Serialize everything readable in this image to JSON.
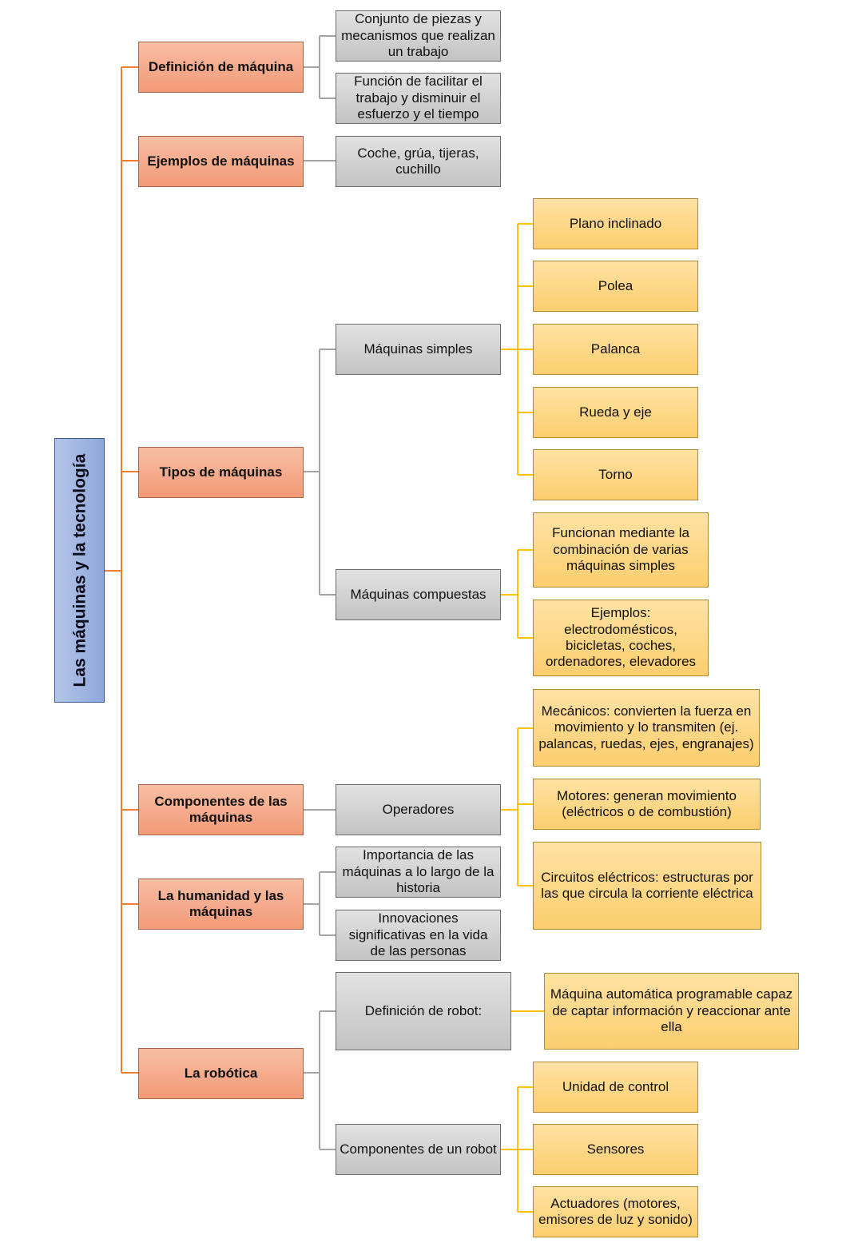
{
  "root": {
    "label": "Las máquinas y la tecnología"
  },
  "colors": {
    "root_fill": "#8ea7dc",
    "level1_fill": "#f39a77",
    "level2_fill": "#c3c3c3",
    "level3_fill": "#fcce6e",
    "level1_connector": "#ed7d31",
    "level2_connector": "#a5a5a5",
    "level3_connector": "#ffc000"
  },
  "categories": [
    {
      "label": "Definición de máquina",
      "children": [
        {
          "label": "Conjunto de piezas y mecanismos que realizan un trabajo"
        },
        {
          "label": "Función de facilitar el trabajo y disminuir el esfuerzo y el tiempo"
        }
      ]
    },
    {
      "label": "Ejemplos de máquinas",
      "children": [
        {
          "label": "Coche, grúa, tijeras, cuchillo"
        }
      ]
    },
    {
      "label": "Tipos de máquinas",
      "children": [
        {
          "label": "Máquinas simples",
          "children": [
            {
              "label": "Plano inclinado"
            },
            {
              "label": "Polea"
            },
            {
              "label": "Palanca"
            },
            {
              "label": "Rueda y eje"
            },
            {
              "label": "Torno"
            }
          ]
        },
        {
          "label": "Máquinas compuestas",
          "children": [
            {
              "label": "Funcionan mediante la combinación de varias máquinas simples"
            },
            {
              "label": "Ejemplos: electrodomésticos, bicicletas, coches, ordenadores, elevadores"
            }
          ]
        }
      ]
    },
    {
      "label": "Componentes de las máquinas",
      "children": [
        {
          "label": "Operadores",
          "children": [
            {
              "label": "Mecánicos: convierten la fuerza en movimiento y lo transmiten (ej. palancas, ruedas, ejes, engranajes)"
            },
            {
              "label": "Motores: generan movimiento (eléctricos o de combustión)"
            },
            {
              "label": "Circuitos eléctricos: estructuras por las que circula la corriente eléctrica"
            }
          ]
        }
      ]
    },
    {
      "label": "La humanidad y las máquinas",
      "children": [
        {
          "label": "Importancia de las máquinas a lo largo de la historia"
        },
        {
          "label": "Innovaciones significativas en la vida de las personas"
        }
      ]
    },
    {
      "label": "La robótica",
      "children": [
        {
          "label": "Definición de robot:",
          "children": [
            {
              "label": "Máquina automática programable capaz de captar información y reaccionar ante ella"
            }
          ]
        },
        {
          "label": "Componentes de un robot",
          "children": [
            {
              "label": "Unidad de control"
            },
            {
              "label": "Sensores"
            },
            {
              "label": "Actuadores (motores, emisores de luz y sonido)"
            }
          ]
        }
      ]
    }
  ]
}
